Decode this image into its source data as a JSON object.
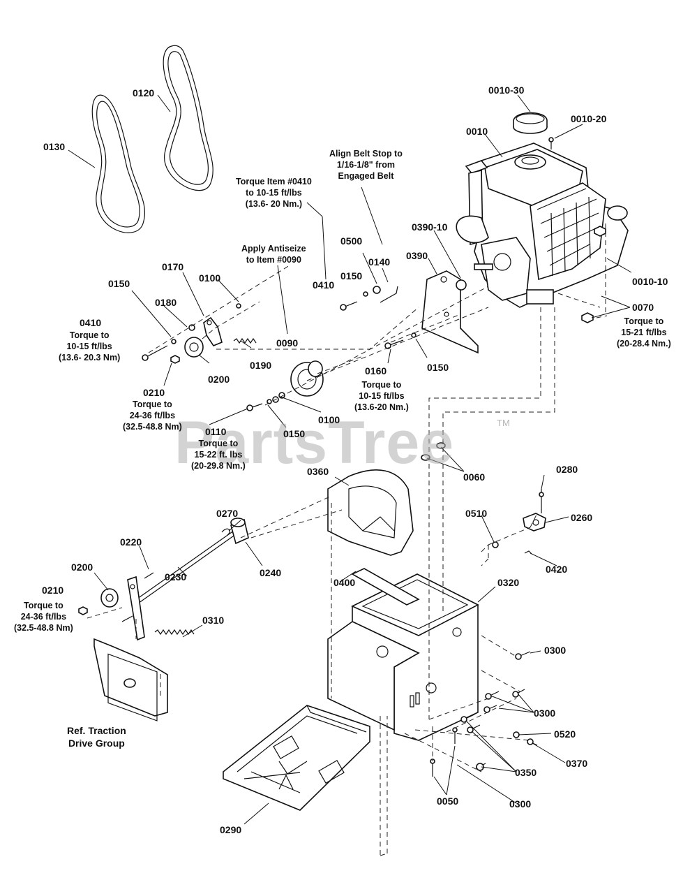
{
  "watermark": {
    "text": "PartsTree",
    "tm": "TM"
  },
  "labels": {
    "p0010": "0010",
    "p0010_10": "0010-10",
    "p0010_20": "0010-20",
    "p0010_30": "0010-30",
    "p0050": "0050",
    "p0060": "0060",
    "p0070": "0070",
    "p0090": "0090",
    "p0100_top": "0100",
    "p0100_bot": "0100",
    "p0110": "0110",
    "p0120": "0120",
    "p0130": "0130",
    "p0140": "0140",
    "p0150_a": "0150",
    "p0150_b": "0150",
    "p0150_c": "0150",
    "p0150_d": "0150",
    "p0160": "0160",
    "p0170": "0170",
    "p0180": "0180",
    "p0190": "0190",
    "p0200_top": "0200",
    "p0200_bot": "0200",
    "p0210_top": "0210",
    "p0210_bot": "0210",
    "p0220": "0220",
    "p0230": "0230",
    "p0240": "0240",
    "p0260": "0260",
    "p0270": "0270",
    "p0280": "0280",
    "p0290": "0290",
    "p0300_a": "0300",
    "p0300_b": "0300",
    "p0300_c": "0300",
    "p0310": "0310",
    "p0320": "0320",
    "p0350": "0350",
    "p0360": "0360",
    "p0370": "0370",
    "p0390": "0390",
    "p0390_10": "0390-10",
    "p0400": "0400",
    "p0410_a": "0410",
    "p0410_b": "0410",
    "p0420": "0420",
    "p0500": "0500",
    "p0510": "0510",
    "p0520": "0520"
  },
  "notes": {
    "torque_0410_top": [
      "Torque Item #0410",
      "to 10-15 ft/lbs",
      "(13.6- 20 Nm.)"
    ],
    "align_belt": [
      "Align Belt Stop to",
      "1/16-1/8\" from",
      "Engaged Belt"
    ],
    "antiseize": [
      "Apply Antiseize",
      "to Item #0090"
    ],
    "torque_0410_left": [
      "Torque to",
      "10-15 ft/lbs",
      "(13.6- 20.3 Nm)"
    ],
    "torque_0210_top": [
      "Torque to",
      "24-36 ft/lbs",
      "(32.5-48.8 Nm)"
    ],
    "torque_0110": [
      "Torque to",
      "15-22 ft. lbs",
      "(20-29.8 Nm.)"
    ],
    "torque_0160": [
      "Torque to",
      "10-15 ft/lbs",
      "(13.6-20 Nm.)"
    ],
    "torque_0070": [
      "Torque to",
      "15-21 ft/lbs",
      "(20-28.4 Nm.)"
    ],
    "torque_0210_bot": [
      "Torque to",
      "24-36 ft/lbs",
      "(32.5-48.8 Nm)"
    ],
    "ref_traction": [
      "Ref. Traction",
      "Drive Group"
    ]
  }
}
